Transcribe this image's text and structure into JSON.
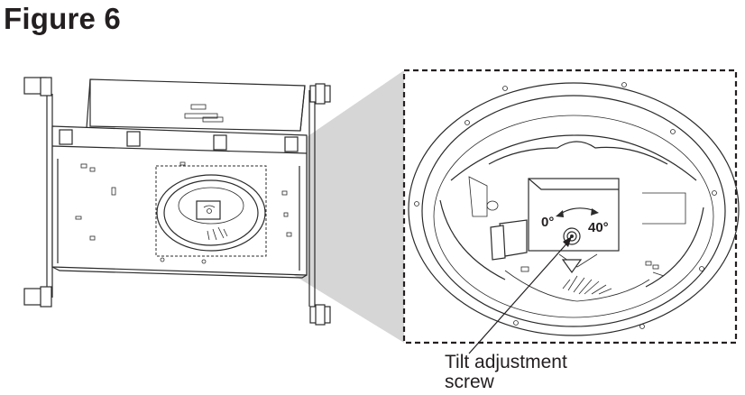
{
  "figure": {
    "title": "Figure 6",
    "angle_min_label": "0°",
    "angle_max_label": "40°",
    "callout_line1": "Tilt adjustment",
    "callout_line2": "screw"
  },
  "colors": {
    "projection_gray": "#d6d6d6",
    "line": "#2b2b2b",
    "text": "#231f20"
  }
}
